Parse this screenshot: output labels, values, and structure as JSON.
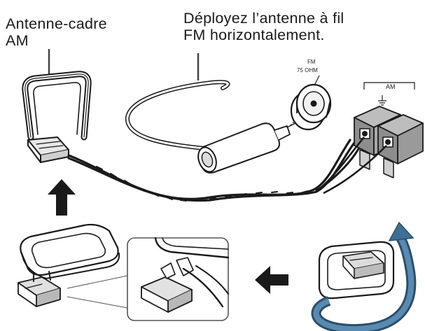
{
  "labels": {
    "am_antenna_line1": "Antenne-cadre",
    "am_antenna_line2": "AM",
    "fm_instruction_line1": "Déployez l’antenne à fil",
    "fm_instruction_line2": "FM horizontalement.",
    "fm_port_line1": "FM",
    "fm_port_line2": "75 OHM",
    "am_port": "AM"
  },
  "colors": {
    "ink": "#1a1a1a",
    "arrow_blue": "#3f6f93",
    "arrow_blue_dark": "#2b4f6b"
  },
  "icons": [
    "up-arrow-icon",
    "left-arrow-icon",
    "curved-rotate-arrow-icon",
    "ground-symbol-icon"
  ]
}
